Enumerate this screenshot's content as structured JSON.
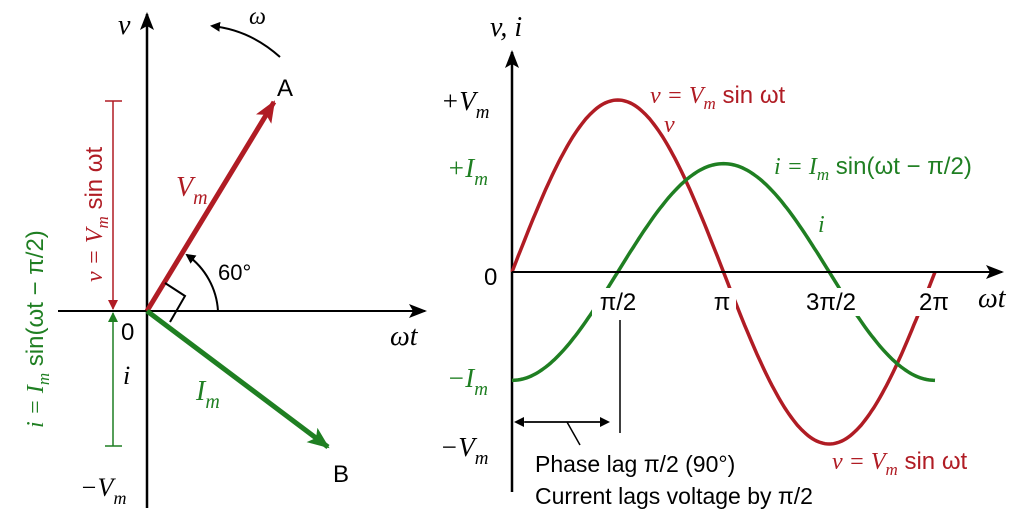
{
  "colors": {
    "voltage": "#b01c24",
    "current": "#1f7f22",
    "axis": "#000000"
  },
  "phasor": {
    "v_axis_label": "v",
    "x_axis_label": "ωt",
    "origin_label": "0",
    "omega_label": "ω",
    "point_a": "A",
    "point_b": "B",
    "vm_label": "V",
    "vm_sub": "m",
    "im_label": "I",
    "im_sub": "m",
    "angle_label": "60°",
    "i_label": "i",
    "neg_vm": "−V",
    "neg_vm_sub": "m",
    "v_eq_rotated": "v = V",
    "v_eq_rotated_sub": "m",
    "v_eq_rotated_rest": " sin ωt",
    "i_eq_rotated": "i = I",
    "i_eq_rotated_sub": "m",
    "i_eq_rotated_rest": " sin(ωt − π/2)"
  },
  "waveform": {
    "y_axis_label": "v, i",
    "x_axis_label": "ωt",
    "zero_label": "0",
    "y_ticks": {
      "pos_vm": "+V",
      "pos_im": "+I",
      "neg_im": "−I",
      "neg_vm": "−V",
      "sub": "m"
    },
    "x_ticks": [
      "π/2",
      "π",
      "3π/2",
      "2π"
    ],
    "v_eq_top": "v = V",
    "v_eq_sub": "m",
    "v_eq_rest": " sin ωt",
    "v_curve_label": "v",
    "i_eq": "i = I",
    "i_eq_sub": "m",
    "i_eq_rest": " sin(ωt − π/2)",
    "i_curve_label": "i",
    "v_eq_bottom": "v = V",
    "v_eq_bottom_sub": "m",
    "v_eq_bottom_rest": " sin ωt",
    "note_line1": "Phase lag π/2 (90°)",
    "note_line2": "Current lags voltage by π/2"
  },
  "chart_data": {
    "type": "line",
    "xlabel": "ωt",
    "ylabel": "v, i",
    "x_ticks": [
      "π/2",
      "π",
      "3π/2",
      "2π"
    ],
    "x_range_rad": [
      0,
      6.2832
    ],
    "phase_lag_deg": 90,
    "phasor_angle_deg": 60,
    "series": [
      {
        "name": "v = Vm sin ωt",
        "amplitude": 1.0,
        "phase_rad": 0
      },
      {
        "name": "i = Im sin(ωt − π/2)",
        "amplitude": 0.63,
        "phase_rad": -1.5708
      }
    ]
  }
}
